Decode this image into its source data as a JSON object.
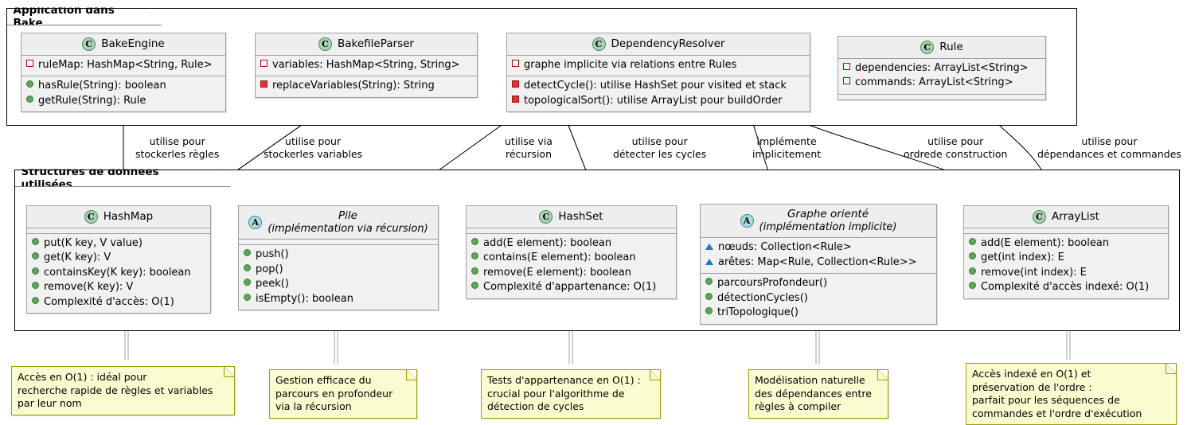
{
  "diagram": {
    "type": "uml-class-diagram",
    "packages": [
      {
        "name": "Application dans Bake"
      },
      {
        "name": "Structures de données utilisées"
      }
    ]
  },
  "classes": {
    "bake_engine": {
      "stereotype": "C",
      "kind": "class",
      "name": "BakeEngine",
      "attributes": [
        {
          "visibility": "private",
          "text": "ruleMap: HashMap<String, Rule>"
        }
      ],
      "methods": [
        {
          "visibility": "public",
          "text": "hasRule(String): boolean"
        },
        {
          "visibility": "public",
          "text": "getRule(String): Rule"
        }
      ]
    },
    "bakefile_parser": {
      "stereotype": "C",
      "kind": "class",
      "name": "BakefileParser",
      "attributes": [
        {
          "visibility": "private",
          "text": "variables: HashMap<String, String>"
        }
      ],
      "methods": [
        {
          "visibility": "private",
          "text": "replaceVariables(String): String"
        }
      ]
    },
    "dependency_resolver": {
      "stereotype": "C",
      "kind": "class",
      "name": "DependencyResolver",
      "attributes": [
        {
          "visibility": "private",
          "text": "graphe implicite via relations entre Rules"
        }
      ],
      "methods": [
        {
          "visibility": "private",
          "text": "detectCycle(): utilise HashSet pour visited et stack"
        },
        {
          "visibility": "private",
          "text": "topologicalSort(): utilise ArrayList pour buildOrder"
        }
      ]
    },
    "rule": {
      "stereotype": "C",
      "kind": "class",
      "name": "Rule",
      "attributes": [
        {
          "visibility": "private",
          "text": "dependencies: ArrayList<String>"
        },
        {
          "visibility": "private",
          "text": "commands: ArrayList<String>"
        }
      ],
      "methods": []
    },
    "hashmap": {
      "stereotype": "C",
      "kind": "class",
      "name": "HashMap",
      "attributes": [],
      "methods": [
        {
          "visibility": "public",
          "text": "put(K key, V value)"
        },
        {
          "visibility": "public",
          "text": "get(K key): V"
        },
        {
          "visibility": "public",
          "text": "containsKey(K key): boolean"
        },
        {
          "visibility": "public",
          "text": "remove(K key): V"
        },
        {
          "visibility": "public",
          "text": "Complexité d'accès: O(1)"
        }
      ]
    },
    "pile": {
      "stereotype": "A",
      "kind": "abstract",
      "name": "Pile",
      "subtitle": "(implémentation via récursion)",
      "attributes": [],
      "methods": [
        {
          "visibility": "public",
          "text": "push()"
        },
        {
          "visibility": "public",
          "text": "pop()"
        },
        {
          "visibility": "public",
          "text": "peek()"
        },
        {
          "visibility": "public",
          "text": "isEmpty(): boolean"
        }
      ]
    },
    "hashset": {
      "stereotype": "C",
      "kind": "class",
      "name": "HashSet",
      "attributes": [],
      "methods": [
        {
          "visibility": "public",
          "text": "add(E element): boolean"
        },
        {
          "visibility": "public",
          "text": "contains(E element): boolean"
        },
        {
          "visibility": "public",
          "text": "remove(E element): boolean"
        },
        {
          "visibility": "public",
          "text": "Complexité d'appartenance: O(1)"
        }
      ]
    },
    "graphe_oriente": {
      "stereotype": "A",
      "kind": "abstract",
      "name": "Graphe orienté",
      "subtitle": "(implémentation implicite)",
      "attributes": [
        {
          "visibility": "protected",
          "text": "nœuds: Collection<Rule>"
        },
        {
          "visibility": "protected",
          "text": "arêtes: Map<Rule, Collection<Rule>>"
        }
      ],
      "methods": [
        {
          "visibility": "public",
          "text": "parcoursProfondeur()"
        },
        {
          "visibility": "public",
          "text": "détectionCycles()"
        },
        {
          "visibility": "public",
          "text": "triTopologique()"
        }
      ]
    },
    "arraylist": {
      "stereotype": "C",
      "kind": "class",
      "name": "ArrayList",
      "attributes": [],
      "methods": [
        {
          "visibility": "public",
          "text": "add(E element): boolean"
        },
        {
          "visibility": "public",
          "text": "get(int index): E"
        },
        {
          "visibility": "public",
          "text": "remove(int index): E"
        },
        {
          "visibility": "public",
          "text": "Complexité d'accès indexé: O(1)"
        }
      ]
    }
  },
  "edge_labels": [
    {
      "id": "l1",
      "line1": "utilise pour",
      "line2": "stockerles règles"
    },
    {
      "id": "l2",
      "line1": "utilise pour",
      "line2": "stockerles variables"
    },
    {
      "id": "l3",
      "line1": "utilise via",
      "line2": "récursion"
    },
    {
      "id": "l4",
      "line1": "utilise pour",
      "line2": "détecter les cycles"
    },
    {
      "id": "l5",
      "line1": "implémente",
      "line2": "implicitement"
    },
    {
      "id": "l6",
      "line1": "utilise pour",
      "line2": "ordrede construction"
    },
    {
      "id": "l7",
      "line1": "utilise pour",
      "line2": "dépendances et commandes"
    }
  ],
  "notes": [
    {
      "id": "note_hashmap",
      "lines": [
        "Accès en O(1) : idéal pour",
        "recherche rapide de règles et variables",
        "par leur nom"
      ]
    },
    {
      "id": "note_pile",
      "lines": [
        "Gestion efficace du",
        "parcours en profondeur",
        "via la récursion"
      ]
    },
    {
      "id": "note_hashset",
      "lines": [
        "Tests d'appartenance en O(1) :",
        "crucial pour l'algorithme de",
        "détection de cycles"
      ]
    },
    {
      "id": "note_graphe",
      "lines": [
        "Modélisation naturelle",
        "des dépendances entre",
        "règles à compiler"
      ]
    },
    {
      "id": "note_arraylist",
      "lines": [
        "Accès indexé en O(1) et",
        "préservation de l'ordre :",
        "parfait pour les séquences de",
        "commandes et l'ordre d'exécution"
      ]
    }
  ],
  "colors": {
    "class_fill": "#f1f1f1",
    "class_border": "#a0a0a0",
    "note_fill": "#fbfbd0",
    "note_border": "#a0a000",
    "stereotype_class": "#add1b2",
    "stereotype_abstract": "#a9dcdf",
    "public_marker": "#5aa95a",
    "private_marker": "#e03030",
    "protected_marker": "#2f6fbf"
  }
}
